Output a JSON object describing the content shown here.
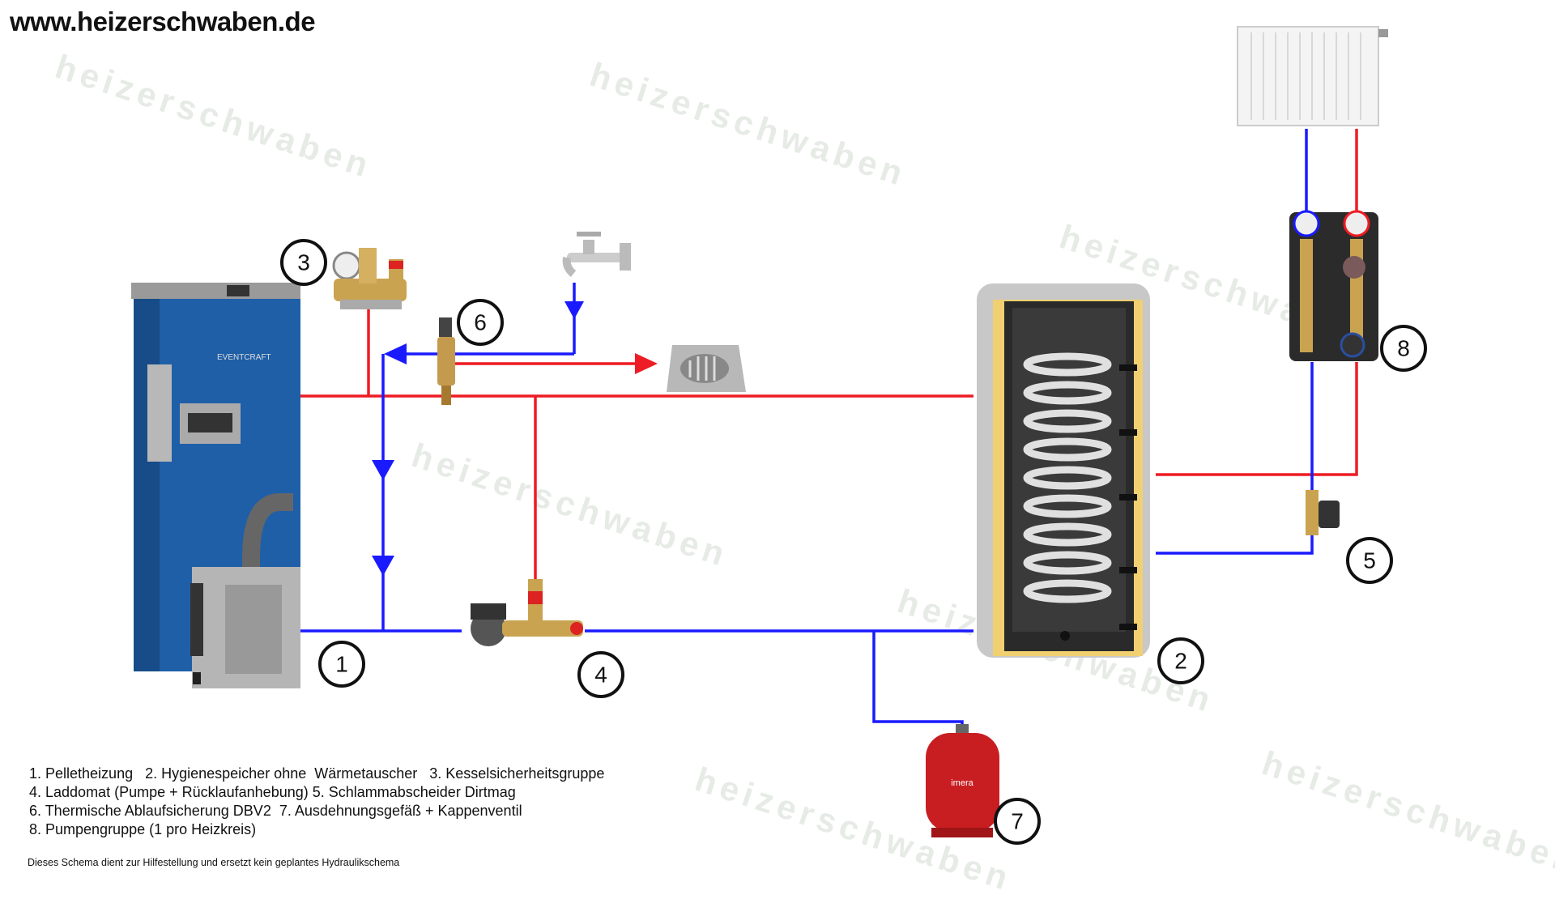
{
  "site_url": "www.heizerschwaben.de",
  "watermark": "heizerschwaben",
  "legend": [
    "1. Pelletheizung   2. Hygienespeicher ohne  Wärmetauscher   3. Kesselsicherheitsgruppe",
    "4. Laddomat (Pumpe + Rücklaufanhebung) 5. Schlammabscheider Dirtmag",
    "6. Thermische Ablaufsicherung DBV2  7. Ausdehnungsgefäß + Kappenventil",
    "8. Pumpengruppe (1 pro Heizkreis)"
  ],
  "disclaimer": "Dieses Schema dient zur Hilfestellung und ersetzt kein geplantes Hydraulikschema",
  "markers": [
    "1",
    "2",
    "3",
    "4",
    "5",
    "6",
    "7",
    "8"
  ],
  "boiler_brand": "EVENTCRAFT",
  "vessel_brand": "imera",
  "colors": {
    "supply": "#ee1c24",
    "return": "#1a1aff",
    "boiler": "#1f5fa8"
  }
}
